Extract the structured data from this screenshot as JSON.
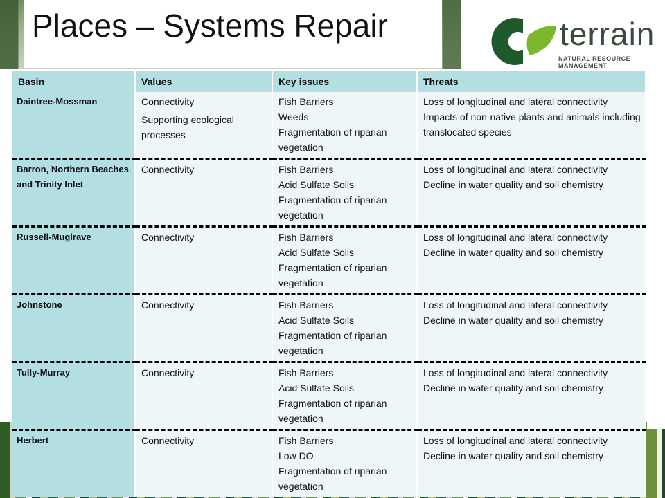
{
  "title": "Places – Systems Repair",
  "logo": {
    "word": "terrain",
    "subtitle": "NATURAL RESOURCE MANAGEMENT"
  },
  "table": {
    "headers": [
      "Basin",
      "Values",
      "Key issues",
      "Threats"
    ],
    "rows": [
      {
        "basin": "Daintree-Mossman",
        "values": [
          "Connectivity",
          "Supporting ecological processes"
        ],
        "issues": [
          "Fish Barriers",
          "Weeds",
          "Fragmentation of riparian vegetation"
        ],
        "threats": [
          "Loss of longitudinal and lateral connectivity",
          "Impacts of non-native plants and animals including translocated species"
        ]
      },
      {
        "basin": "Barron, Northern Beaches and Trinity Inlet",
        "values": [
          "Connectivity"
        ],
        "issues": [
          "Fish Barriers",
          "Acid Sulfate Soils",
          "Fragmentation of riparian vegetation"
        ],
        "threats": [
          "Loss of longitudinal and lateral connectivity",
          "Decline in water quality and soil chemistry"
        ]
      },
      {
        "basin": "Russell-Muglrave",
        "values": [
          "Connectivity"
        ],
        "issues": [
          "Fish Barriers",
          "Acid Sulfate Soils",
          "Fragmentation of riparian vegetation"
        ],
        "threats": [
          "Loss of longitudinal and lateral connectivity",
          "Decline in water quality and soil chemistry"
        ]
      },
      {
        "basin": "Johnstone",
        "values": [
          "Connectivity"
        ],
        "issues": [
          "Fish Barriers",
          "Acid Sulfate Soils",
          "Fragmentation of riparian vegetation"
        ],
        "threats": [
          "Loss of longitudinal and lateral connectivity",
          "Decline in water quality and soil chemistry"
        ]
      },
      {
        "basin": "Tully-Murray",
        "values": [
          "Connectivity"
        ],
        "issues": [
          "Fish Barriers",
          "Acid Sulfate Soils",
          "Fragmentation of riparian vegetation"
        ],
        "threats": [
          "Loss of longitudinal and lateral connectivity",
          "Decline in water quality and soil chemistry"
        ]
      },
      {
        "basin": "Herbert",
        "values": [
          "Connectivity"
        ],
        "issues": [
          "Fish Barriers",
          "Low DO",
          "Fragmentation of riparian vegetation"
        ],
        "threats": [
          "Loss of longitudinal and lateral connectivity",
          "Decline in water quality and soil chemistry"
        ]
      }
    ]
  },
  "colors": {
    "header_bg": "#b3dfe3",
    "cell_bg": "#eef6f7",
    "logo_green": "#5aa02c"
  }
}
